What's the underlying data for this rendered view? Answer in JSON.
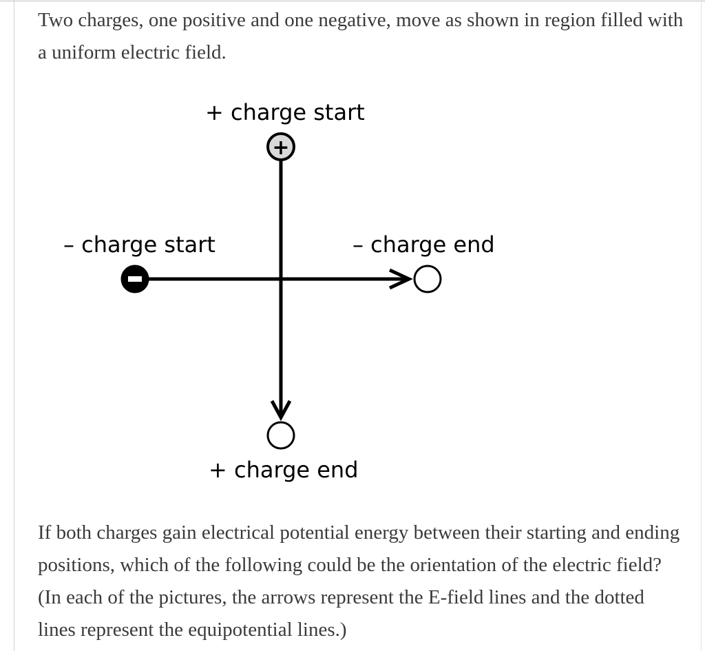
{
  "intro_text": "Two charges, one positive and one negative, move as shown in region filled with a uniform electric field.",
  "diagram": {
    "labels": {
      "positive_start": "+ charge start",
      "negative_start": "– charge start",
      "negative_end": "– charge end",
      "positive_end": "+ charge end"
    },
    "positive_symbol": "+",
    "icons": {
      "positive_charge": "circle-plus-icon",
      "negative_charge": "circle-minus-icon",
      "end_position": "open-circle-icon"
    },
    "colors": {
      "line": "#000000",
      "positive_fill": "#d9d9d9",
      "negative_fill": "#000000",
      "end_fill": "#ffffff"
    }
  },
  "question_text": "If both charges gain electrical potential energy between their starting and ending positions, which of the following could be the orientation of the electric field? (In each of the pictures, the arrows represent the E-field lines and the dotted lines represent the equipotential lines.)"
}
